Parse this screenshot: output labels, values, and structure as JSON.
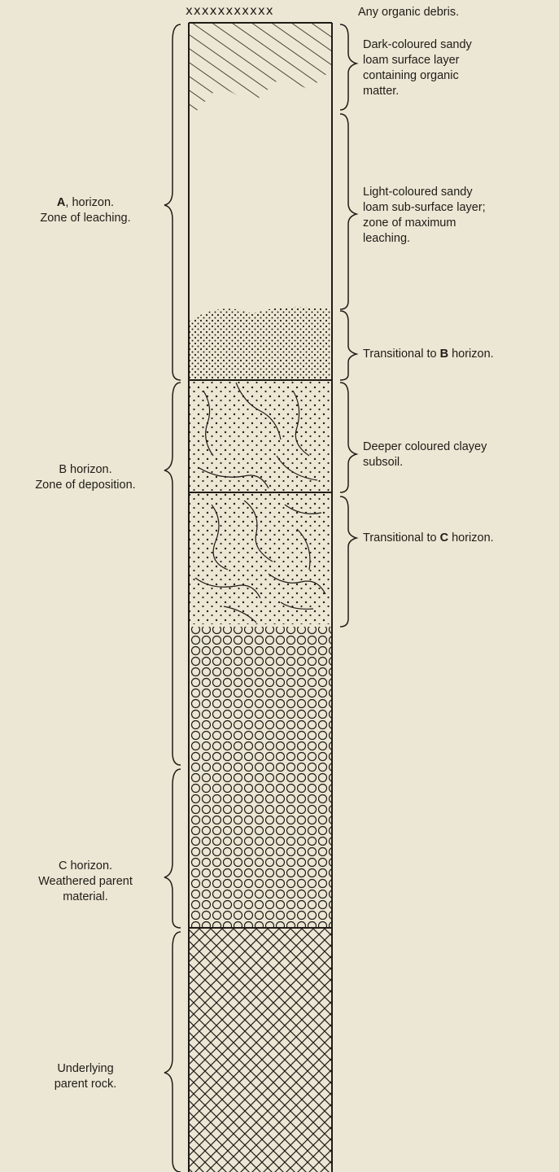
{
  "top_marker": "xxxxxxxxxxx",
  "left_labels": {
    "a_horizon": {
      "line1_letter": "A",
      "line1_rest": "horizon.",
      "line2": "Zone of leaching."
    },
    "b_horizon": {
      "line1": "B horizon.",
      "line2": "Zone of deposition."
    },
    "c_horizon": {
      "line1": "C horizon.",
      "line2": "Weathered parent",
      "line3": "material."
    },
    "parent_rock": {
      "line1": "Underlying",
      "line2": "parent rock."
    }
  },
  "right_labels": {
    "organic_debris": {
      "line1": "Any organic debris."
    },
    "surface_layer": {
      "line1": "Dark-coloured sandy",
      "line2": "loam surface layer",
      "line3": "containing organic",
      "line4": "matter."
    },
    "subsurface_layer": {
      "line1": "Light-coloured sandy",
      "line2": "loam sub-surface layer;",
      "line3": "zone of maximum",
      "line4": "leaching."
    },
    "transitional_b": {
      "text_before": "Transitional to",
      "letter": "B",
      "text_after": "horizon."
    },
    "clayey_subsoil": {
      "line1": "Deeper coloured clayey",
      "line2": "subsoil."
    },
    "transitional_c": {
      "text_before": "Transitional to",
      "letter": "C",
      "text_after": "horizon."
    }
  }
}
